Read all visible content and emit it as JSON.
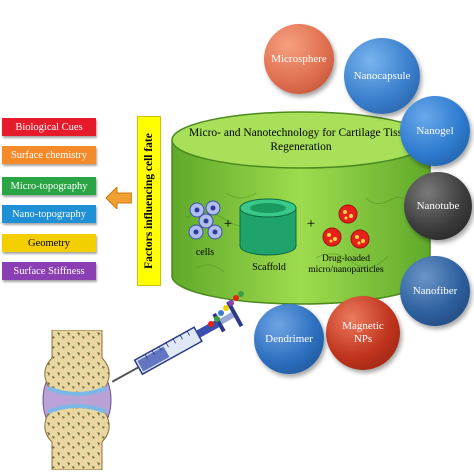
{
  "factors_label": "Factors influencing cell fate",
  "factors": [
    {
      "label": "Biological Cues",
      "color": "#e51a2b"
    },
    {
      "label": "Surface chemistry",
      "color": "#f48a2a"
    },
    {
      "label": "Micro-topography",
      "color": "#2aa545"
    },
    {
      "label": "Nano-topography",
      "color": "#1f8fd6"
    },
    {
      "label": "Geometry",
      "color": "#f3cf00"
    },
    {
      "label": "Surface Stiffness",
      "color": "#8a3fb3"
    }
  ],
  "cylinder": {
    "title": "Micro- and Nanotechnology for Cartilage Tissue Regeneration",
    "cells_label": "cells",
    "plus1": "+",
    "plus2": "+",
    "scaffold_label": "Scaffold",
    "drug_label_line1": "Drug-loaded",
    "drug_label_line2": "micro/nanoparticles"
  },
  "carriers": [
    {
      "label": "Microsphere",
      "color": "#e07050"
    },
    {
      "label": "Nanocapsule",
      "color": "#3a7fcc"
    },
    {
      "label": "Nanogel",
      "color": "#2e7bcf"
    },
    {
      "label": "Nanotube",
      "color": "#3d3d3d"
    },
    {
      "label": "Nanofiber",
      "color": "#2d5f9e"
    },
    {
      "label_line1": "Magnetic",
      "label_line2": "NPs",
      "color": "#c0341d"
    },
    {
      "label": "Dendrimer",
      "color": "#2d6fbf"
    }
  ]
}
